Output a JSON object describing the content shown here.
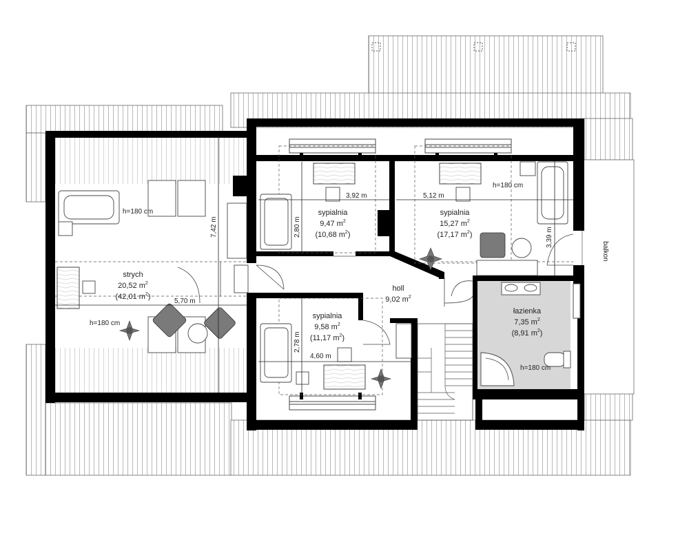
{
  "rooms": {
    "strych": {
      "name": "strych",
      "area": "20,52 m",
      "area_total": "(42,01 m",
      "close": ")"
    },
    "sypialnia1": {
      "name": "sypialnia",
      "area": "9,47 m",
      "area_total": "(10,68 m",
      "close": ")"
    },
    "sypialnia2": {
      "name": "sypialnia",
      "area": "15,27 m",
      "area_total": "(17,17 m",
      "close": ")"
    },
    "sypialnia3": {
      "name": "sypialnia",
      "area": "9,58 m",
      "area_total": "(11,17 m",
      "close": ")"
    },
    "holl": {
      "name": "holl",
      "area": "9,02 m"
    },
    "lazienka": {
      "name": "łazienka",
      "area": "7,35 m",
      "area_total": "(8,91 m",
      "close": ")"
    }
  },
  "superscript": "2",
  "dimensions": {
    "d392": "3,92 m",
    "d512": "5,12 m",
    "d570": "5,70 m",
    "d460": "4,60 m",
    "d742": "7,42 m",
    "d280": "2,80 m",
    "d278": "2,78 m",
    "d339": "3,39 m"
  },
  "heights": {
    "h1": "h=180 cm",
    "h2": "h=180 cm",
    "h3": "h=180 cm",
    "h4": "h=180 cm"
  },
  "balcony": "balkon"
}
